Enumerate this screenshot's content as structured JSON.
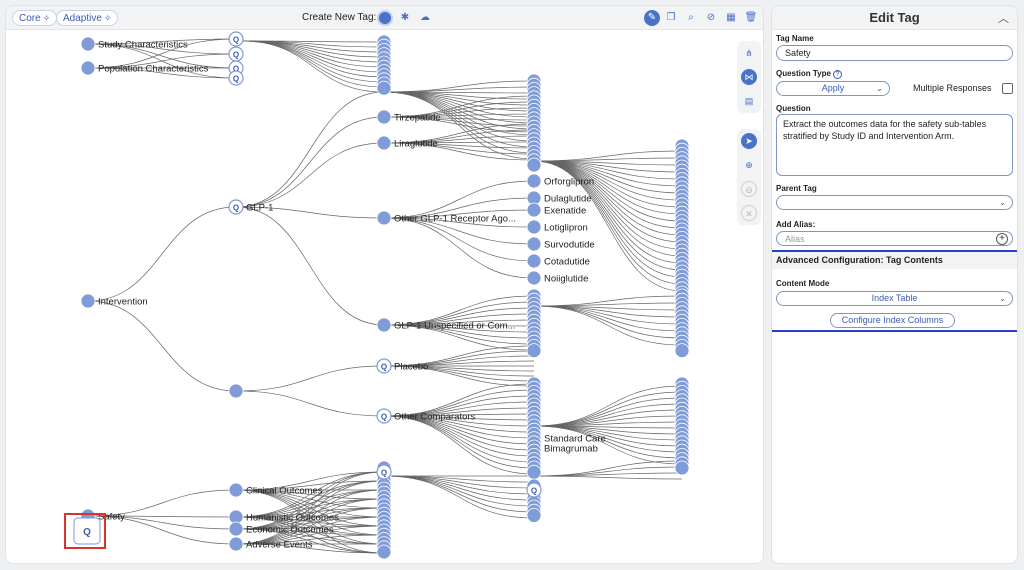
{
  "toolbar": {
    "core_label": "Core",
    "adaptive_label": "Adaptive",
    "create_tag_label": "Create New Tag:"
  },
  "icons": {
    "sparkle": "✧",
    "gear": "✱",
    "cloud": "☁",
    "pencil": "✎",
    "copy": "❐",
    "search": "⌕",
    "hide": "⊘",
    "map": "▦",
    "trash": "🗑",
    "hierarchy": "⋔",
    "share": "⋈",
    "table": "▤",
    "cursor": "➤",
    "zoom_in": "⊕",
    "zoom_out": "⊖",
    "close": "✕",
    "chevron_up": "︿",
    "chevron_down": "⌄",
    "help": "?",
    "plus": "+",
    "q": "Q"
  },
  "graph": {
    "root_labels": [
      "Study Characteristics",
      "Population Characteristics",
      "Intervention",
      "Safety"
    ],
    "intervention_children": [
      "GLP-1",
      "Placebo",
      "Other Comparators"
    ],
    "glp1_children": [
      "Tirzepatide",
      "Liraglutide",
      "Other GLP-1 Receptor Ago...",
      "GLP-1 Unspecified or Com..."
    ],
    "other_glp1_children": [
      "Orforglipron",
      "Dulaglutide",
      "Exenatide",
      "Lotiglipron",
      "Survodutide",
      "Cotadutide",
      "Noiiglutide"
    ],
    "comparator_children": [
      "Standard Care",
      "Bimagrumab"
    ],
    "safety_children": [
      "Clinical Outcomes",
      "Humanistic Outcomes",
      "Economic Outcomes",
      "Adverse Events"
    ]
  },
  "edit_tag": {
    "title": "Edit Tag",
    "tag_name_label": "Tag Name",
    "tag_name_value": "Safety",
    "question_type_label": "Question Type",
    "question_type_value": "Apply",
    "multiple_responses_label": "Multiple Responses",
    "question_label": "Question",
    "question_value": "Extract the outcomes data for the safety sub-tables stratified by Study ID and Intervention Arm.",
    "parent_tag_label": "Parent Tag",
    "parent_tag_value": "",
    "add_alias_label": "Add Alias:",
    "alias_placeholder": "Alias",
    "advanced_header": "Advanced Configuration: Tag Contents",
    "content_mode_label": "Content Mode",
    "content_mode_value": "Index Table",
    "configure_button": "Configure Index Columns"
  },
  "colors": {
    "node_fill": "#7f9bd8",
    "q_node_stroke": "#7f9bd8",
    "edge": "#666666",
    "accent": "#3b5bb5",
    "highlight_blue": "#2a3fc7",
    "highlight_red": "#d9342b"
  }
}
